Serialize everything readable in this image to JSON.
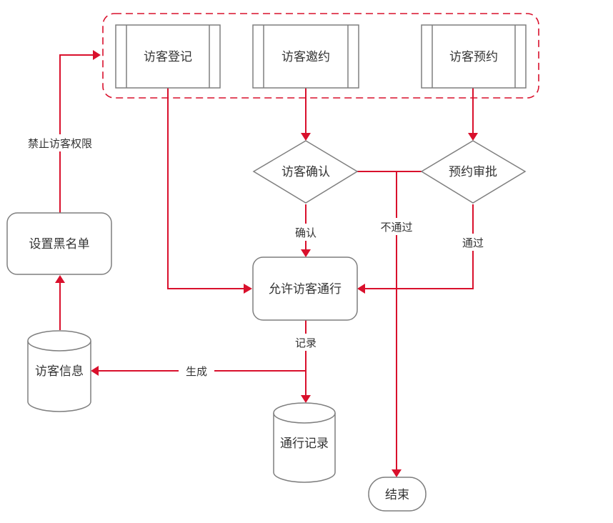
{
  "diagram": {
    "type": "flowchart",
    "colors": {
      "edge": "#d9102c",
      "node_border": "#7f7f7f",
      "text": "#333333",
      "background": "#ffffff"
    },
    "nodes": {
      "visitor_register": {
        "label": "访客登记",
        "shape": "subprocess"
      },
      "visitor_invite": {
        "label": "访客邀约",
        "shape": "subprocess"
      },
      "visitor_booking": {
        "label": "访客预约",
        "shape": "subprocess"
      },
      "visitor_confirm": {
        "label": "访客确认",
        "shape": "decision"
      },
      "booking_approval": {
        "label": "预约审批",
        "shape": "decision"
      },
      "allow_pass": {
        "label": "允许访客通行",
        "shape": "rounded-rect"
      },
      "set_blacklist": {
        "label": "设置黑名单",
        "shape": "rounded-rect"
      },
      "visitor_info": {
        "label": "访客信息",
        "shape": "database"
      },
      "pass_record": {
        "label": "通行记录",
        "shape": "database"
      },
      "end": {
        "label": "结束",
        "shape": "terminator"
      }
    },
    "group": {
      "label": "",
      "members": [
        "visitor_register",
        "visitor_invite",
        "visitor_booking"
      ],
      "style": "dashed"
    },
    "edges": [
      {
        "from": "visitor_register",
        "to": "allow_pass",
        "label": ""
      },
      {
        "from": "visitor_invite",
        "to": "visitor_confirm",
        "label": ""
      },
      {
        "from": "visitor_booking",
        "to": "booking_approval",
        "label": ""
      },
      {
        "from": "visitor_confirm",
        "to": "allow_pass",
        "label": "确认"
      },
      {
        "from": "booking_approval",
        "to": "allow_pass",
        "label": "通过"
      },
      {
        "from": "visitor_confirm",
        "to": "end",
        "label": "不通过"
      },
      {
        "from": "booking_approval",
        "to": "end",
        "label": "不通过"
      },
      {
        "from": "allow_pass",
        "to": "pass_record",
        "label": "记录"
      },
      {
        "from": "allow_pass",
        "to": "visitor_info",
        "label": "生成"
      },
      {
        "from": "visitor_info",
        "to": "set_blacklist",
        "label": ""
      },
      {
        "from": "set_blacklist",
        "to": "group",
        "label": "禁止访客权限"
      }
    ],
    "edge_labels": {
      "confirm": "确认",
      "approved": "通过",
      "rejected": "不通过",
      "record": "记录",
      "generate": "生成",
      "forbid": "禁止访客权限"
    }
  }
}
